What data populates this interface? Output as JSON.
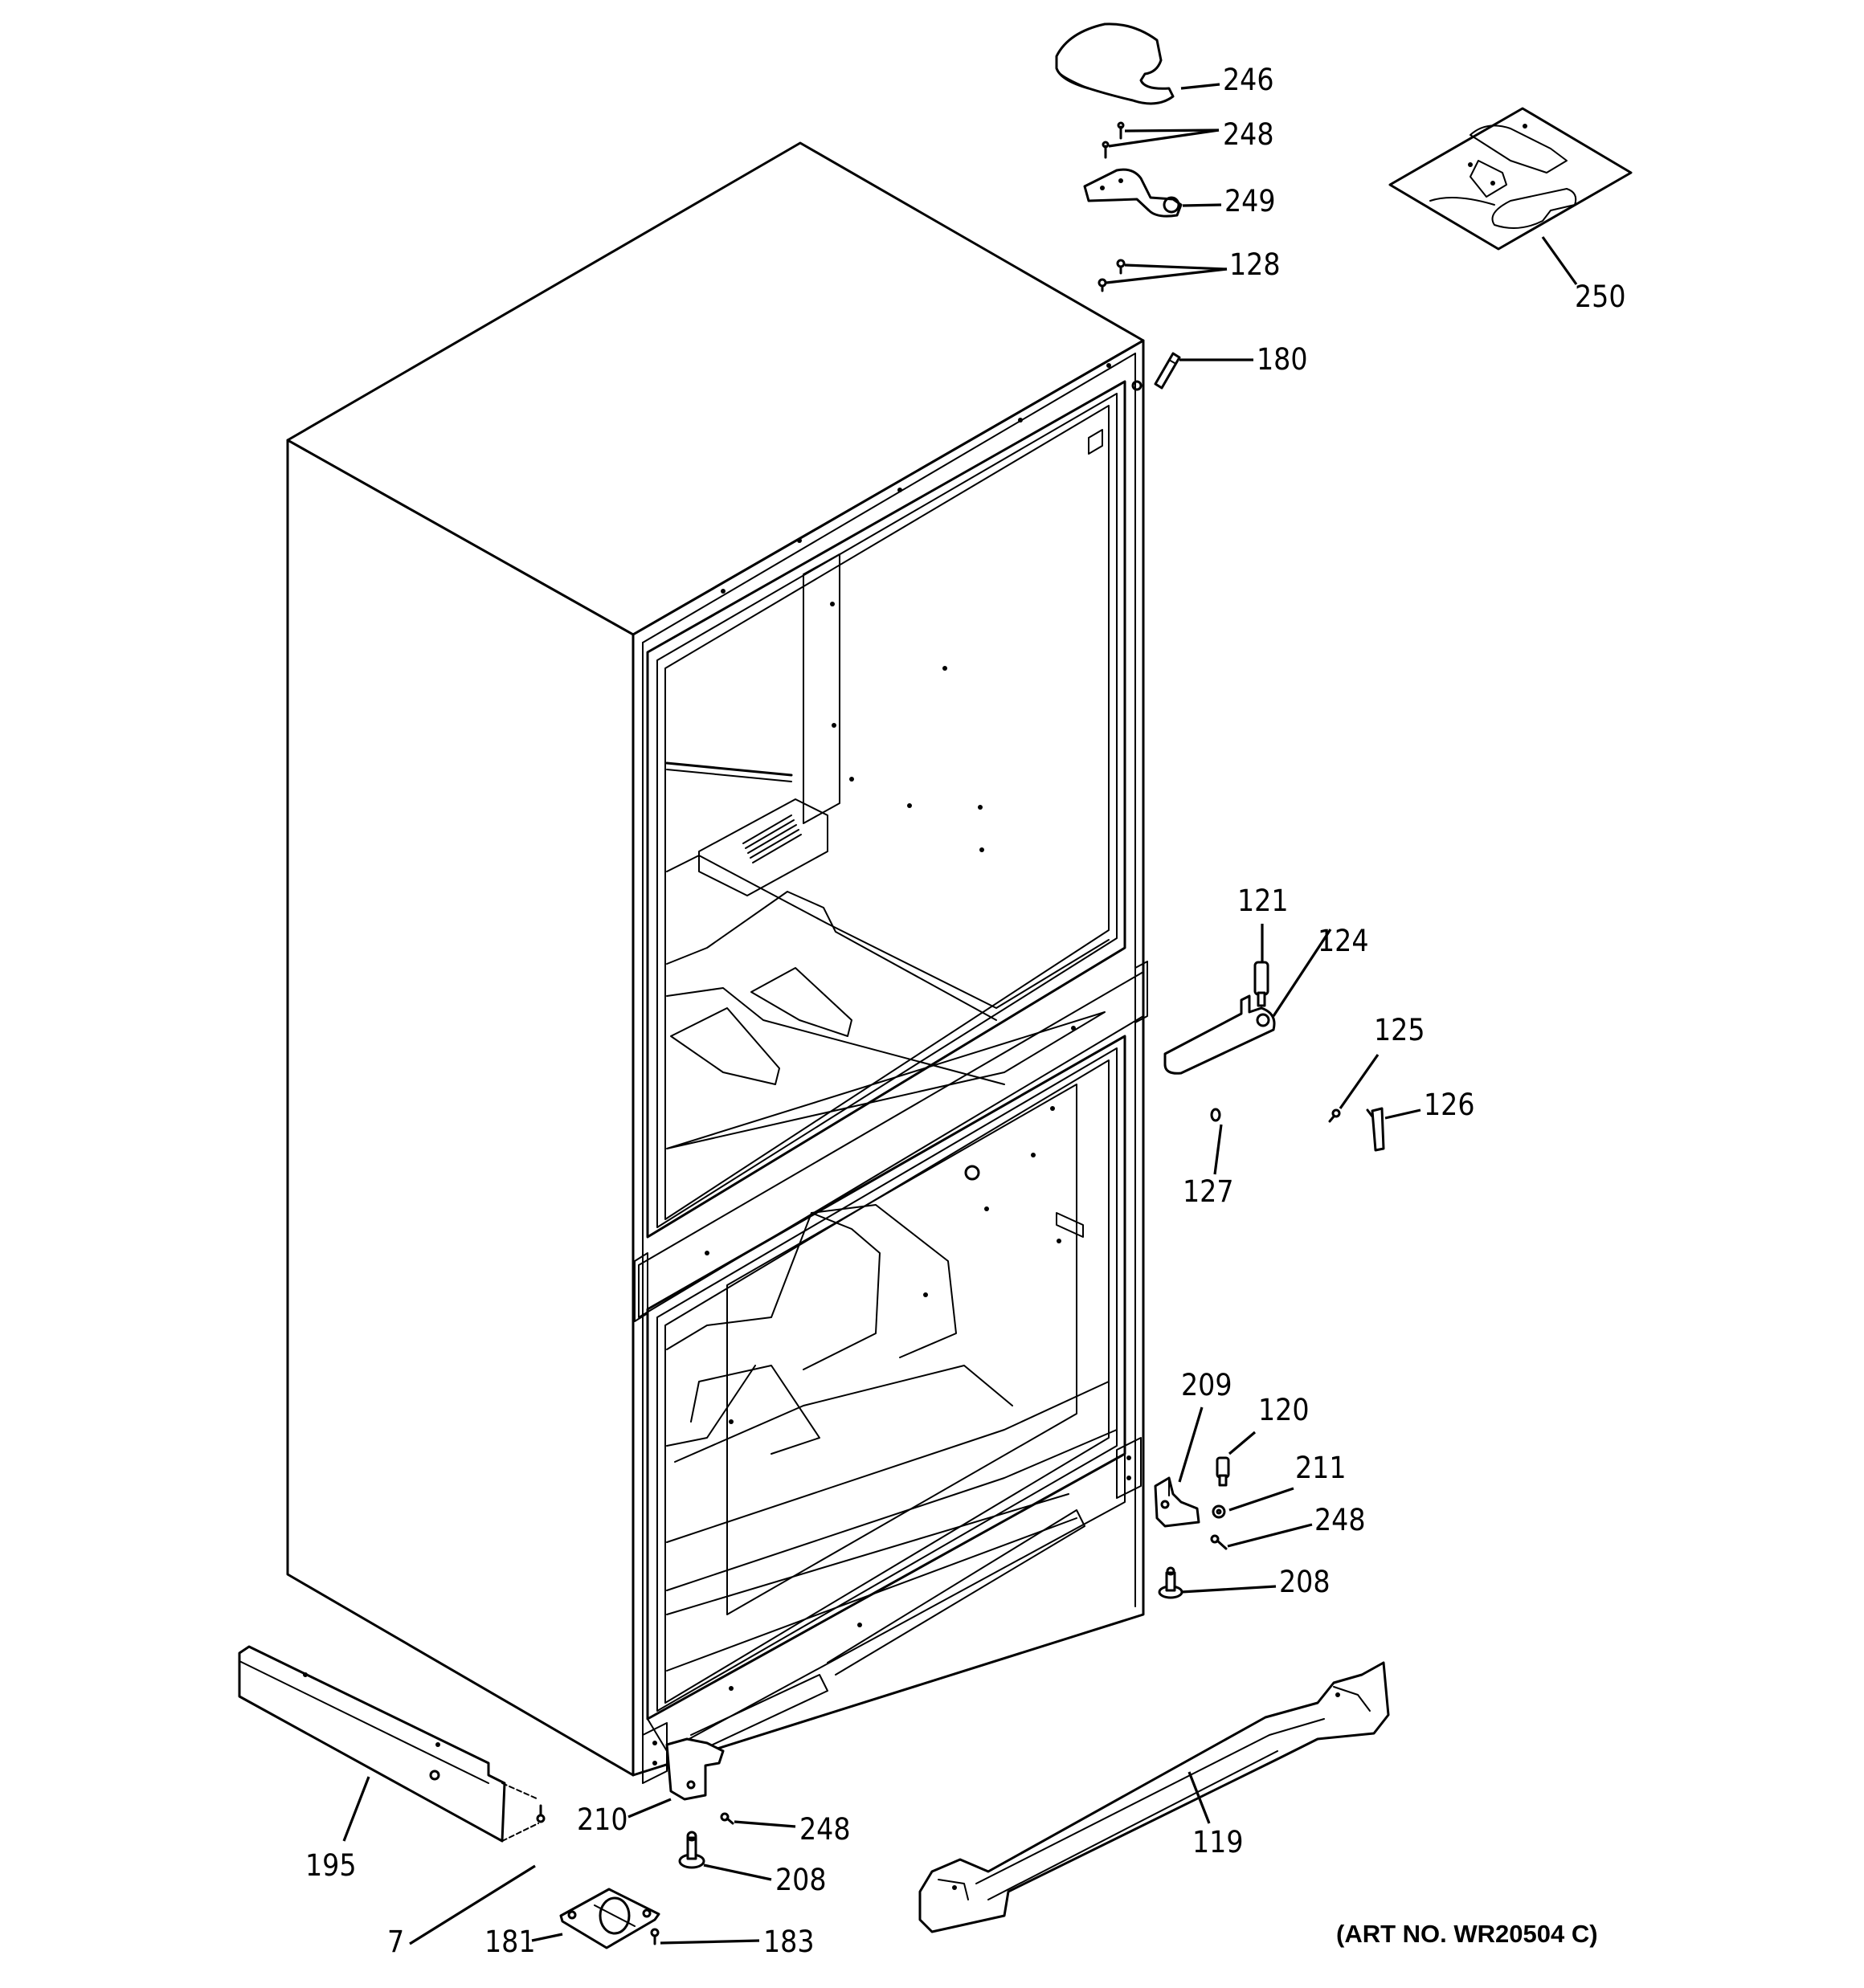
{
  "diagram": {
    "callouts": [
      {
        "id": "246",
        "label": "246"
      },
      {
        "id": "248-top",
        "label": "248"
      },
      {
        "id": "249",
        "label": "249"
      },
      {
        "id": "128",
        "label": "128"
      },
      {
        "id": "250",
        "label": "250"
      },
      {
        "id": "180",
        "label": "180"
      },
      {
        "id": "121",
        "label": "121"
      },
      {
        "id": "124",
        "label": "124"
      },
      {
        "id": "125",
        "label": "125"
      },
      {
        "id": "126",
        "label": "126"
      },
      {
        "id": "127",
        "label": "127"
      },
      {
        "id": "209",
        "label": "209"
      },
      {
        "id": "120",
        "label": "120"
      },
      {
        "id": "211",
        "label": "211"
      },
      {
        "id": "248-mid",
        "label": "248"
      },
      {
        "id": "208-right",
        "label": "208"
      },
      {
        "id": "195",
        "label": "195"
      },
      {
        "id": "210",
        "label": "210"
      },
      {
        "id": "248-low",
        "label": "248"
      },
      {
        "id": "208-low",
        "label": "208"
      },
      {
        "id": "119",
        "label": "119"
      },
      {
        "id": "7",
        "label": "7"
      },
      {
        "id": "181",
        "label": "181"
      },
      {
        "id": "183",
        "label": "183"
      }
    ],
    "art_number": "(ART NO. WR20504 C)"
  }
}
